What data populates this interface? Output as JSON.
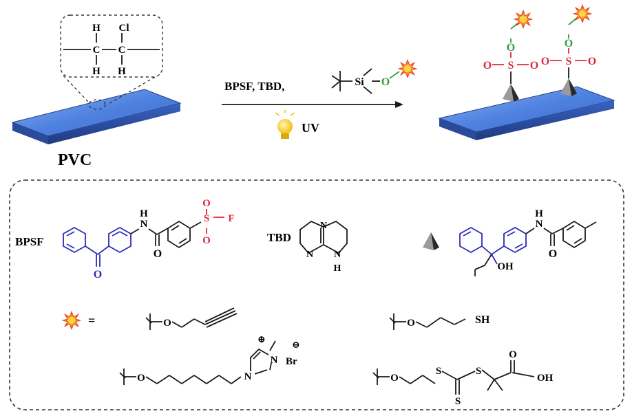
{
  "colors": {
    "bond": "#1a1a1a",
    "sulfonyl": "#e0283a",
    "oxygen_link": "#2e9e3c",
    "benzophenone": "#2b2bb8",
    "plate_top": "#5b8ee8",
    "plate_side": "#2a4a9a",
    "dashed_border": "#333333",
    "bulb": "#f6c915",
    "star": "#f04a1e"
  },
  "icons": {
    "fluorophore": "starburst-icon",
    "anchor": "pyramid-icon",
    "light": "bulb-icon"
  },
  "top": {
    "substrate_label": "PVC",
    "monomer": {
      "H_top_left": "H",
      "Cl": "Cl",
      "C_left": "C",
      "C_right": "C",
      "H_bottom_left": "H",
      "H_bottom_right": "H"
    },
    "reagents": "BPSF, TBD,",
    "silyl": {
      "Si": "Si",
      "O": "O"
    },
    "condition": "UV",
    "product_left": {
      "O_link": "O",
      "O_left": "O",
      "S": "S",
      "O_right": "O"
    },
    "product_right": {
      "O_link": "O",
      "O_left": "O",
      "S": "S",
      "O_right": "O"
    }
  },
  "legend": {
    "bpsf": {
      "label": "BPSF",
      "N": "N",
      "H": "H",
      "amide_O": "O",
      "ketone_O": "O",
      "S_O_top": "O",
      "F": "F",
      "S_O_bottom": "O"
    },
    "tbd": {
      "label": "TBD",
      "N_ring": "N",
      "N_left": "N",
      "N_right": "N",
      "H": "H"
    },
    "anchor": {
      "H": "H",
      "N": "N",
      "amide_O": "O",
      "OH": "OH"
    },
    "equals": "=",
    "alkyne": {
      "O": "O"
    },
    "thiol": {
      "O": "O",
      "SH": "SH"
    },
    "imidazolium": {
      "O": "O",
      "N1": "N",
      "N_plus": "N",
      "Br": "Br",
      "plus": "⊕",
      "minus": "⊖"
    },
    "trithiocarbonate": {
      "O": "O",
      "S1": "S",
      "S2": "S",
      "S3": "S",
      "acid_O": "O",
      "OH": "OH"
    }
  }
}
